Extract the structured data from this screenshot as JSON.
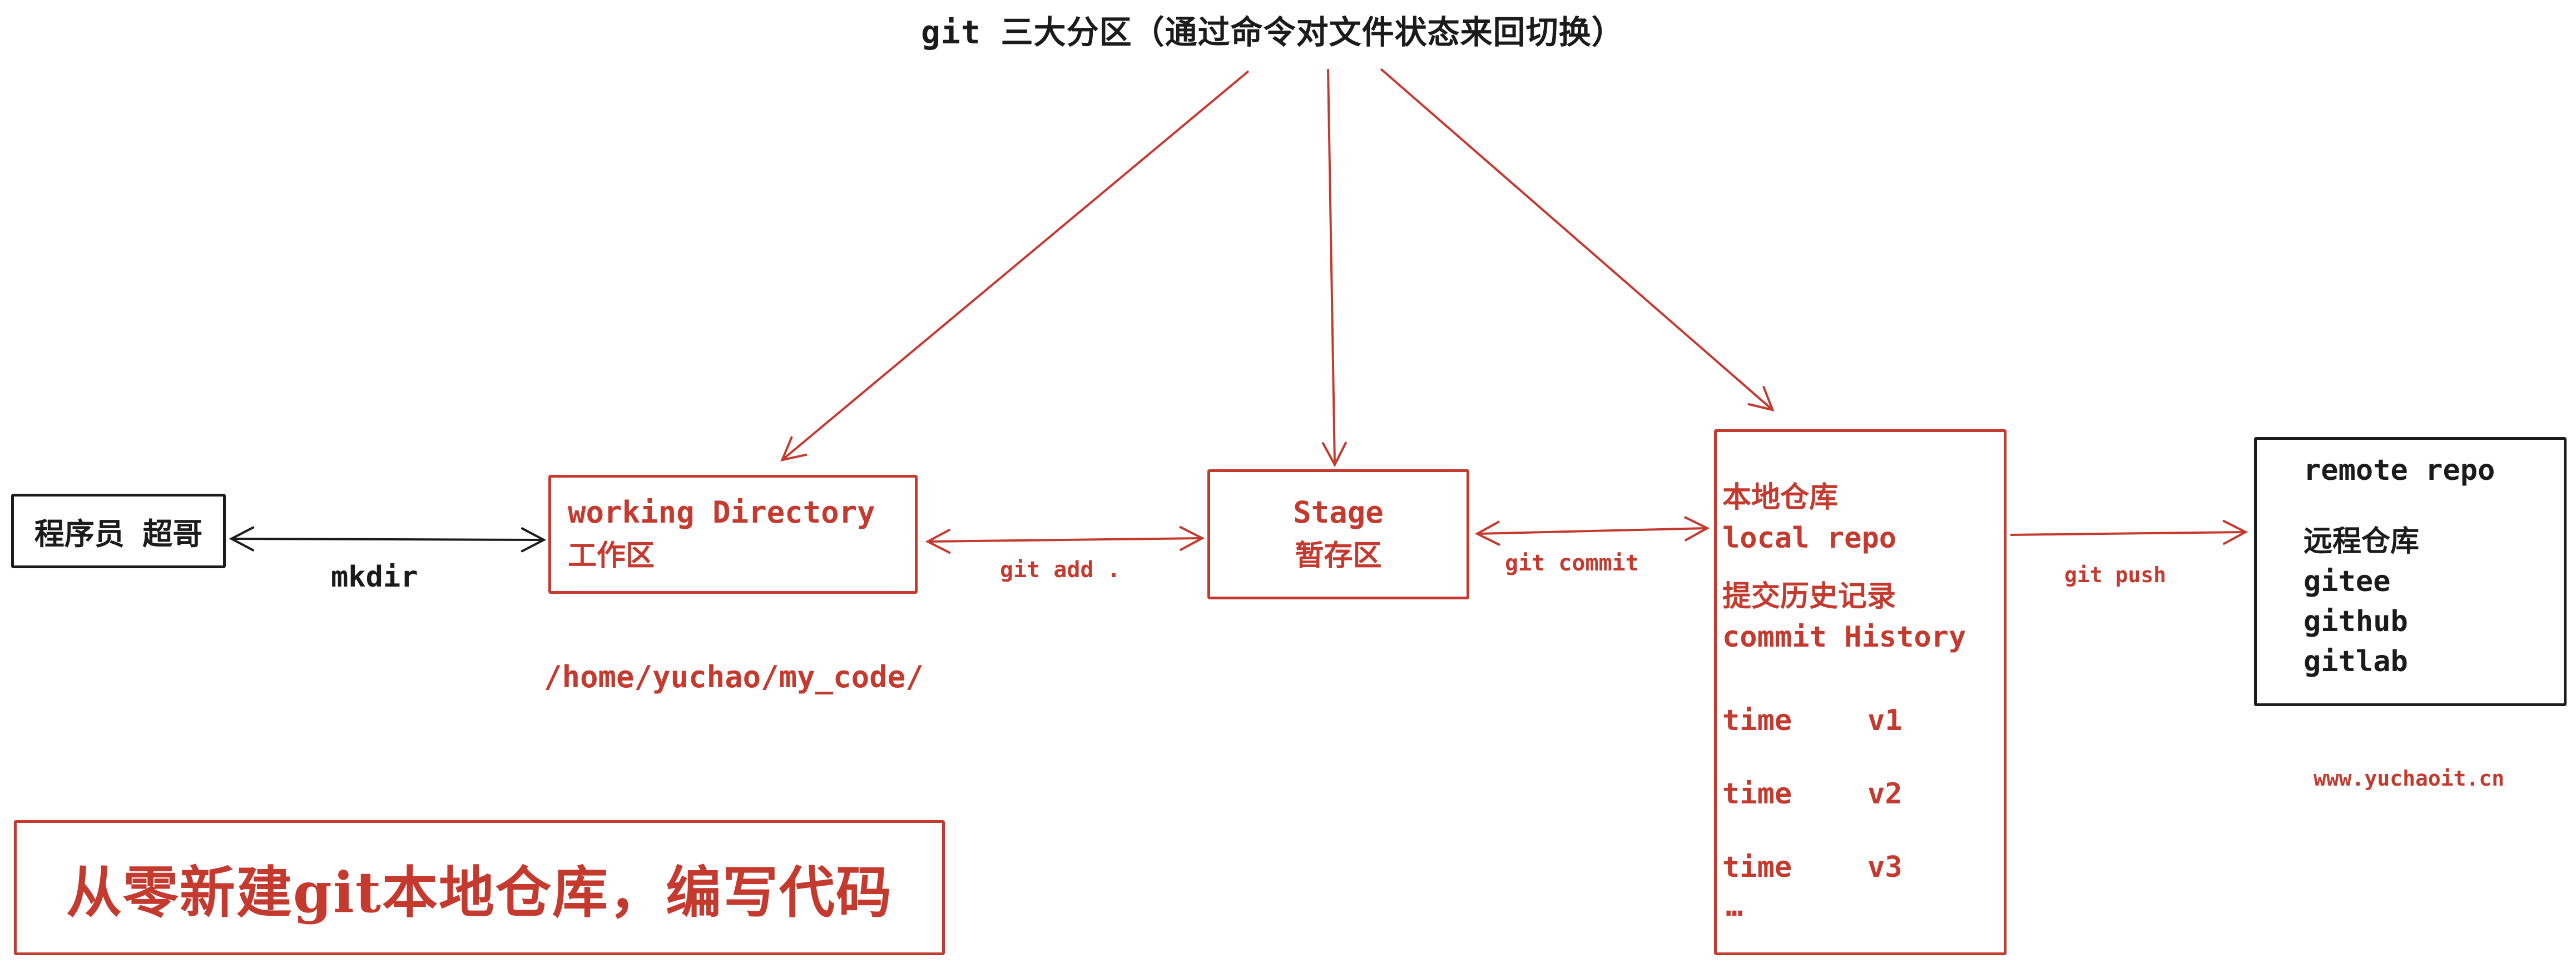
{
  "colors": {
    "red": "#c43a2f",
    "black": "#1b1b1b"
  },
  "title": "git 三大分区（通过命令对文件状态来回切换）",
  "programmer_box": {
    "label": "程序员 超哥"
  },
  "arrows": {
    "mkdir": {
      "label": "mkdir"
    },
    "git_add": {
      "label": "git add ."
    },
    "git_commit": {
      "label": "git commit"
    },
    "git_push": {
      "label": "git push"
    }
  },
  "working_dir_box": {
    "title": "working Directory",
    "subtitle": "工作区",
    "path": "/home/yuchao/my_code/"
  },
  "stage_box": {
    "title": "Stage",
    "subtitle": "暂存区"
  },
  "local_repo_box": {
    "title_cn": "本地仓库",
    "title_en": "local repo",
    "history_cn": "提交历史记录",
    "history_en": "commit History",
    "versions": [
      {
        "time": "time",
        "ver": "v1"
      },
      {
        "time": "time",
        "ver": "v2"
      },
      {
        "time": "time",
        "ver": "v3"
      }
    ],
    "ellipsis": "…"
  },
  "remote_repo_box": {
    "title": "remote repo",
    "lines": [
      "远程仓库",
      "gitee",
      "github",
      "gitlab"
    ]
  },
  "watermark": "www.yuchaoit.cn",
  "bottom_note": "从零新建git本地仓库，编写代码"
}
